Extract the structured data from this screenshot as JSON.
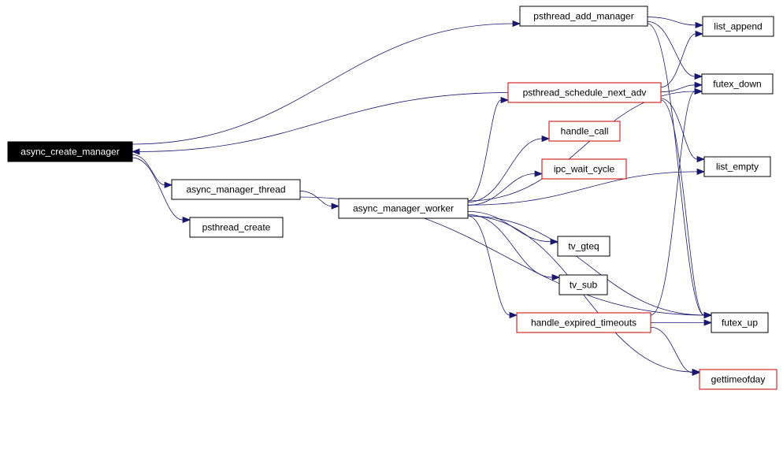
{
  "colors": {
    "edge": "#191970",
    "border_default": "#000000",
    "border_linked": "#cc0000",
    "root_fill": "#000000",
    "root_text": "#ffffff",
    "node_fill": "#ffffff"
  },
  "nodes": {
    "async_create_manager": {
      "label": "async_create_manager",
      "style": "root"
    },
    "async_manager_thread": {
      "label": "async_manager_thread",
      "style": "default"
    },
    "psthread_create": {
      "label": "psthread_create",
      "style": "default"
    },
    "async_manager_worker": {
      "label": "async_manager_worker",
      "style": "default"
    },
    "psthread_add_manager": {
      "label": "psthread_add_manager",
      "style": "default"
    },
    "psthread_schedule_next_adv": {
      "label": "psthread_schedule_next_adv",
      "style": "linked"
    },
    "handle_call": {
      "label": "handle_call",
      "style": "linked"
    },
    "ipc_wait_cycle": {
      "label": "ipc_wait_cycle",
      "style": "linked"
    },
    "tv_gteq": {
      "label": "tv_gteq",
      "style": "default"
    },
    "tv_sub": {
      "label": "tv_sub",
      "style": "default"
    },
    "handle_expired_timeouts": {
      "label": "handle_expired_timeouts",
      "style": "linked"
    },
    "list_append": {
      "label": "list_append",
      "style": "default"
    },
    "futex_down": {
      "label": "futex_down",
      "style": "default"
    },
    "list_empty": {
      "label": "list_empty",
      "style": "default"
    },
    "futex_up": {
      "label": "futex_up",
      "style": "default"
    },
    "gettimeofday": {
      "label": "gettimeofday",
      "style": "linked"
    }
  },
  "edges": [
    {
      "from": "async_create_manager",
      "to": "psthread_add_manager"
    },
    {
      "from": "async_create_manager",
      "to": "async_manager_thread"
    },
    {
      "from": "async_create_manager",
      "to": "psthread_create"
    },
    {
      "from": "psthread_schedule_next_adv",
      "to": "async_create_manager"
    },
    {
      "from": "async_manager_thread",
      "to": "async_manager_worker"
    },
    {
      "from": "async_manager_thread",
      "to": "futex_up"
    },
    {
      "from": "async_manager_worker",
      "to": "psthread_schedule_next_adv"
    },
    {
      "from": "async_manager_worker",
      "to": "handle_call"
    },
    {
      "from": "async_manager_worker",
      "to": "ipc_wait_cycle"
    },
    {
      "from": "async_manager_worker",
      "to": "tv_gteq"
    },
    {
      "from": "async_manager_worker",
      "to": "tv_sub"
    },
    {
      "from": "async_manager_worker",
      "to": "handle_expired_timeouts"
    },
    {
      "from": "async_manager_worker",
      "to": "futex_down"
    },
    {
      "from": "async_manager_worker",
      "to": "list_empty"
    },
    {
      "from": "async_manager_worker",
      "to": "futex_up"
    },
    {
      "from": "async_manager_worker",
      "to": "gettimeofday"
    },
    {
      "from": "psthread_add_manager",
      "to": "list_append"
    },
    {
      "from": "psthread_add_manager",
      "to": "futex_down"
    },
    {
      "from": "psthread_add_manager",
      "to": "futex_up"
    },
    {
      "from": "psthread_schedule_next_adv",
      "to": "list_append"
    },
    {
      "from": "psthread_schedule_next_adv",
      "to": "futex_down"
    },
    {
      "from": "psthread_schedule_next_adv",
      "to": "list_empty"
    },
    {
      "from": "psthread_schedule_next_adv",
      "to": "futex_up"
    },
    {
      "from": "handle_expired_timeouts",
      "to": "futex_down"
    },
    {
      "from": "handle_expired_timeouts",
      "to": "futex_up"
    },
    {
      "from": "handle_expired_timeouts",
      "to": "gettimeofday"
    }
  ]
}
